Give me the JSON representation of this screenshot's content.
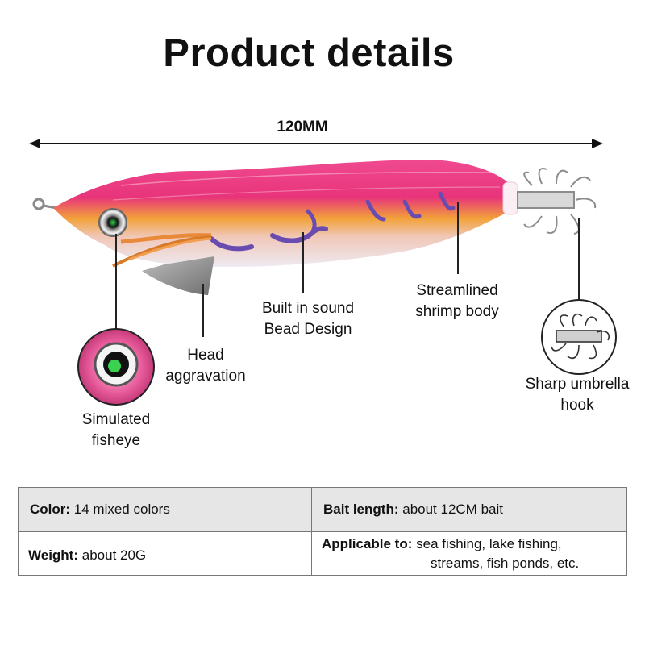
{
  "title": "Product details",
  "dimension": {
    "label": "120MM"
  },
  "callouts": {
    "fisheye": {
      "line1": "Simulated",
      "line2": "fisheye"
    },
    "head": {
      "line1": "Head",
      "line2": "aggravation"
    },
    "sound": {
      "line1": "Built in sound",
      "line2": "Bead Design"
    },
    "body": {
      "line1": "Streamlined",
      "line2": "shrimp body"
    },
    "hook": {
      "line1": "Sharp umbrella",
      "line2": "hook"
    }
  },
  "specs": {
    "color": {
      "label": "Color:",
      "value": "14 mixed colors"
    },
    "bait_length": {
      "label": "Bait length:",
      "value": "about 12CM bait"
    },
    "weight": {
      "label": "Weight:",
      "value": "about 20G"
    },
    "applicable": {
      "label": "Applicable to:",
      "value_line1": "sea fishing, lake fishing,",
      "value_line2": "streams, fish ponds, etc."
    }
  },
  "colors": {
    "lure_pink": "#e8347a",
    "lure_orange": "#f2a23a",
    "stripe_purple": "#6a4bb0",
    "belly": "#eeeaf2",
    "table_header_bg": "#e6e6e6"
  }
}
